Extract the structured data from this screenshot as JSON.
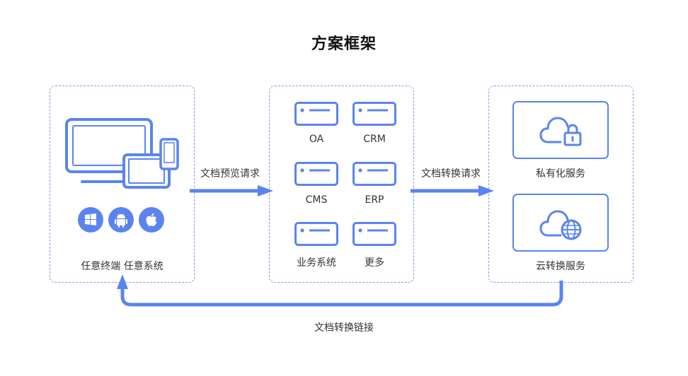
{
  "title": "方案框架",
  "colors": {
    "accent": "#5b84f0",
    "panel_border": "#7f9be0",
    "text": "#333333"
  },
  "client_panel": {
    "label": "任意终端 任意系统",
    "icons": [
      "desktop-icon",
      "tablet-icon",
      "phone-icon",
      "windows-icon",
      "android-icon",
      "apple-icon"
    ]
  },
  "middle_panel": {
    "items": [
      {
        "label": "OA",
        "icon": "server-icon"
      },
      {
        "label": "CRM",
        "icon": "server-icon"
      },
      {
        "label": "CMS",
        "icon": "server-icon"
      },
      {
        "label": "ERP",
        "icon": "server-icon"
      },
      {
        "label": "业务系统",
        "icon": "server-icon"
      },
      {
        "label": "更多",
        "icon": "server-icon"
      }
    ]
  },
  "right_panel": {
    "private_service": {
      "label": "私有化服务",
      "icon": "cloud-lock-icon"
    },
    "cloud_service": {
      "label": "云转换服务",
      "icon": "cloud-globe-icon"
    }
  },
  "arrows": {
    "preview_request": "文档预览请求",
    "convert_request": "文档转换请求",
    "convert_link": "文档转换链接"
  }
}
